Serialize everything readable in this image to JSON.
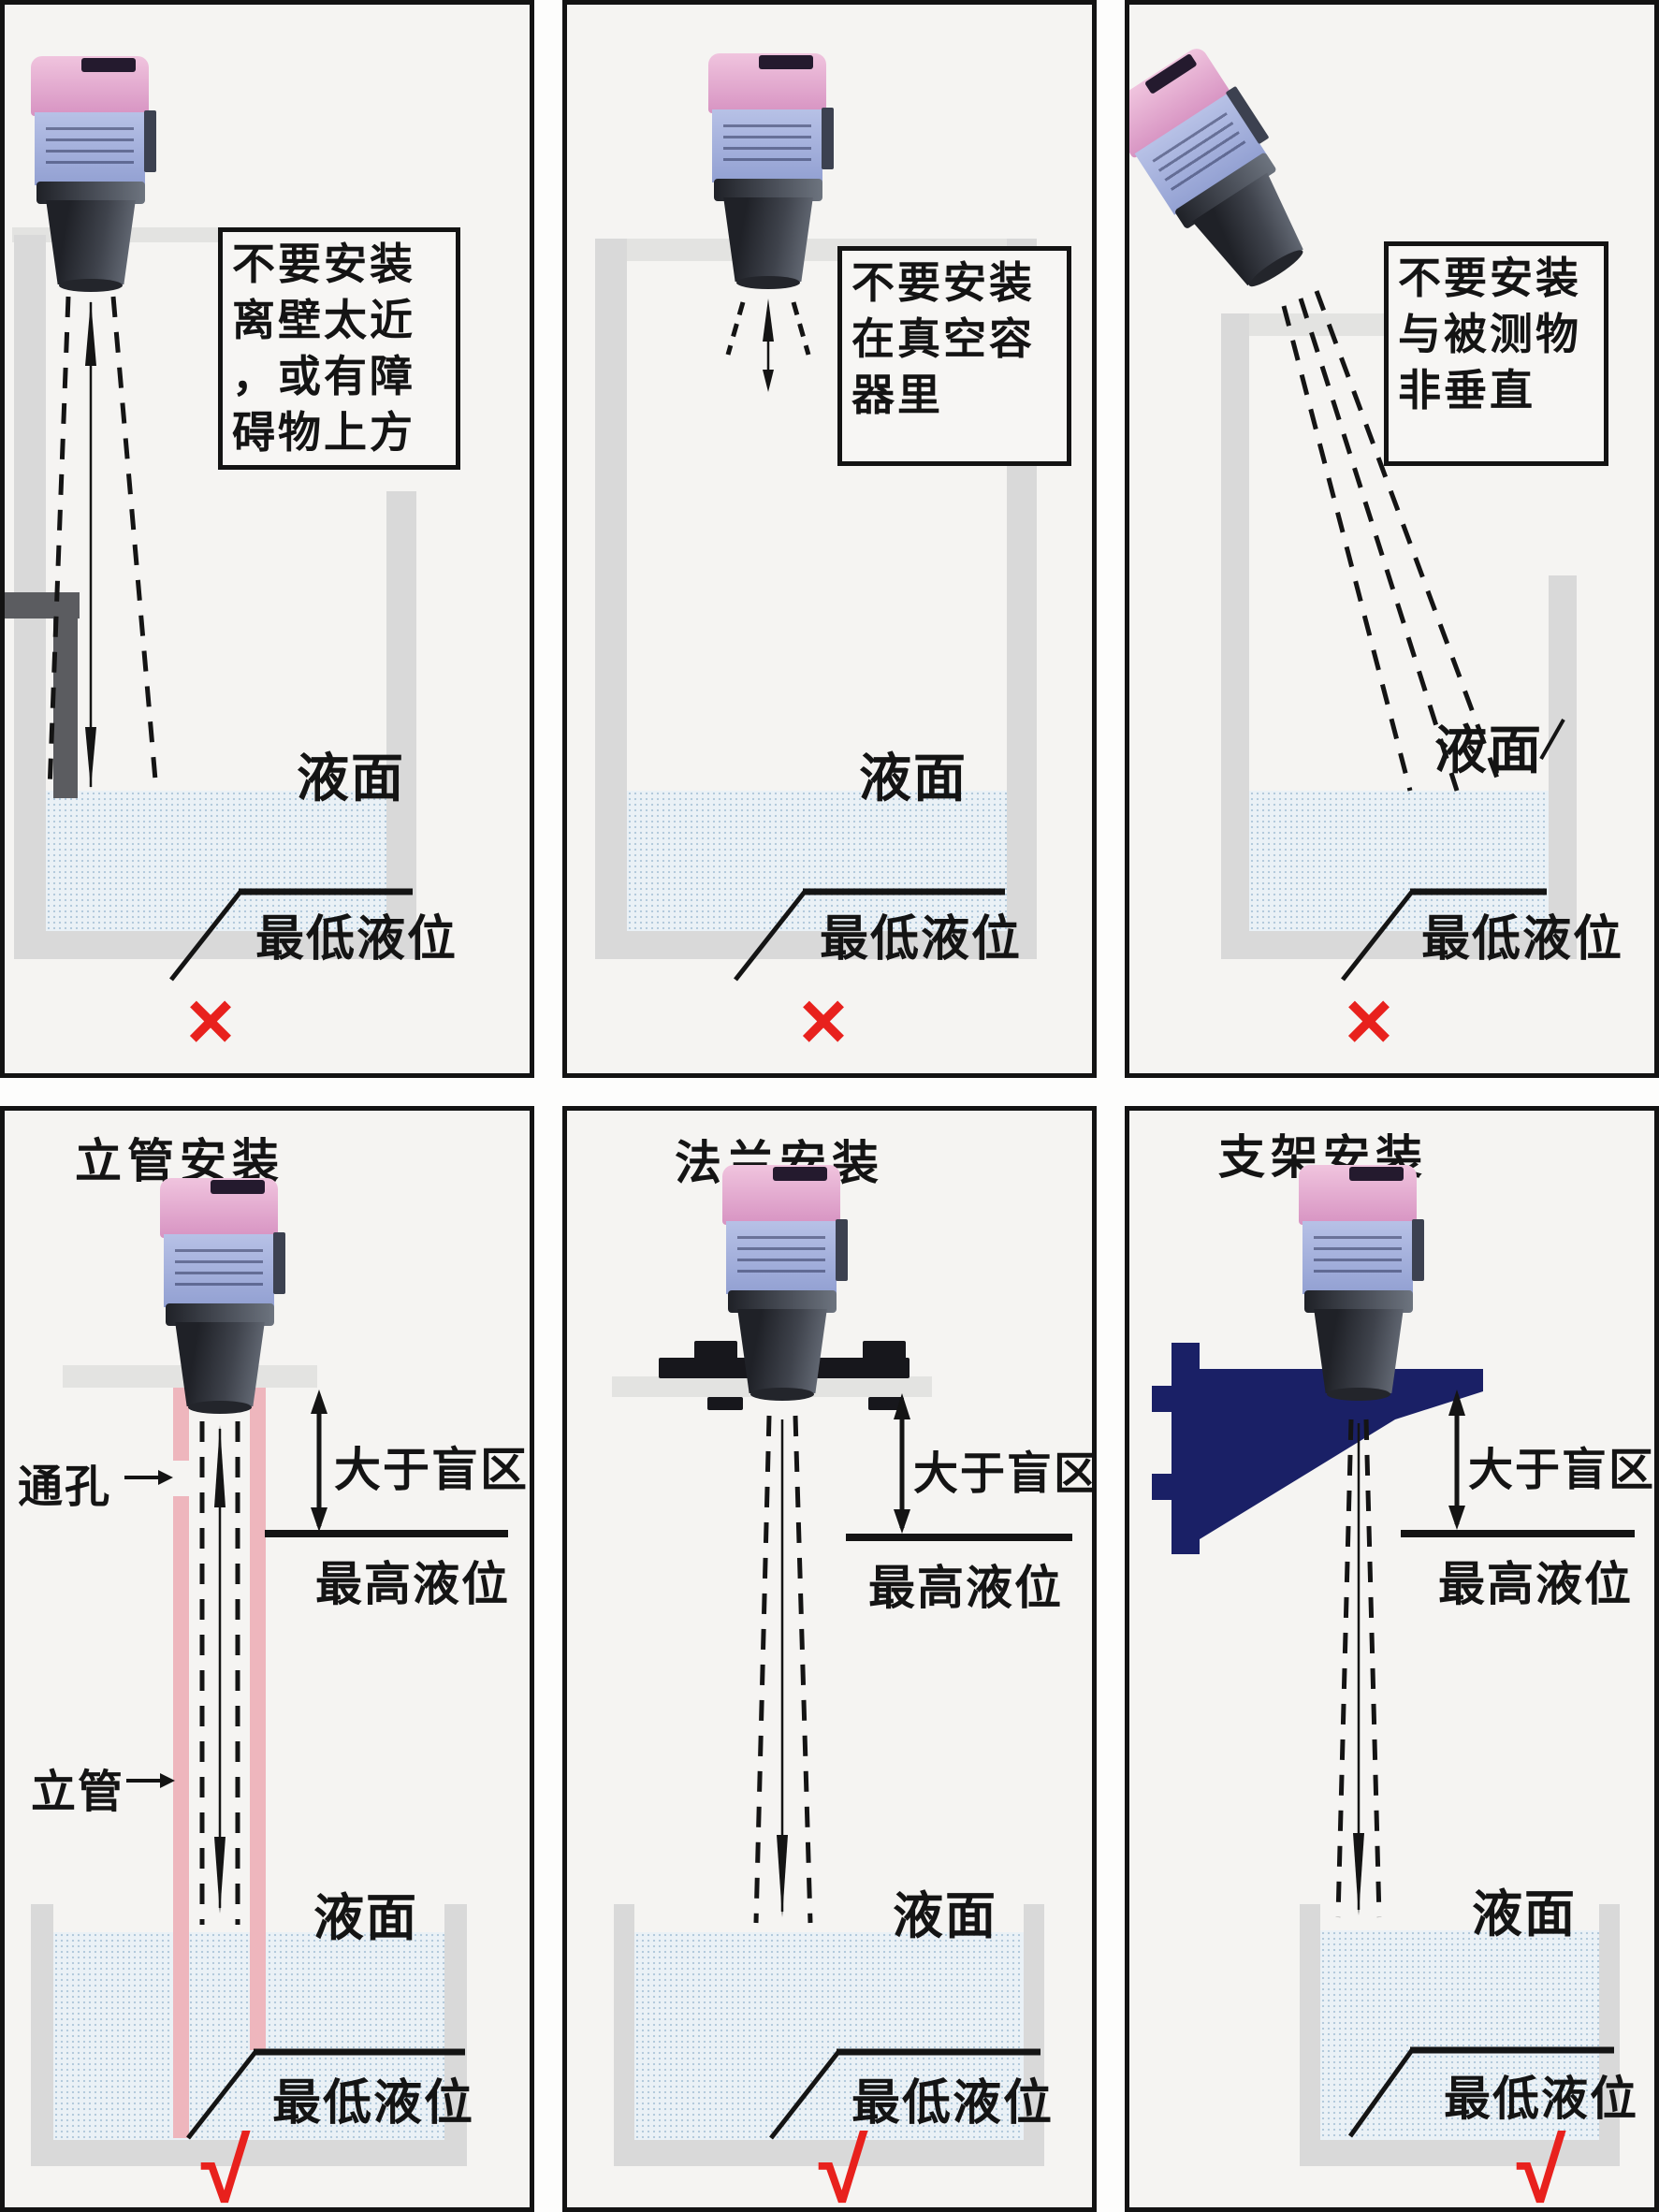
{
  "colors": {
    "accent_red": "#e8211d",
    "line_black": "#141414",
    "tank_wall_gray": "#d9d9d9",
    "water_blue": "#eaf1f6",
    "standpipe_pink": "#eeb6bd",
    "bracket_navy": "#1a2066",
    "sensor_cap_pink": "#d793c2",
    "sensor_body_lavender": "#92a0d2"
  },
  "labels": {
    "liquid_surface": "液面",
    "lowest_level": "最低液位",
    "highest_level": "最高液位",
    "blind_zone": "大于盲区",
    "through_hole": "通孔",
    "standpipe": "立管"
  },
  "panels": [
    {
      "note": "不要安装离壁太近，或有障碍物上方",
      "note_lines": [
        "不要安装",
        "离壁太近",
        "，或有障",
        "碍物上方"
      ],
      "verdict": "×"
    },
    {
      "note": "不要安装在真空容器里",
      "note_lines": [
        "不要安装",
        "在真空容",
        "器里"
      ],
      "verdict": "×"
    },
    {
      "note": "不要安装与被测物非垂直",
      "note_lines": [
        "不要安装",
        "与被测物",
        "非垂直"
      ],
      "verdict": "×"
    },
    {
      "title": "立管安装",
      "verdict": "√"
    },
    {
      "title": "法兰安装",
      "verdict": "√"
    },
    {
      "title": "支架安装",
      "verdict": "√"
    }
  ]
}
